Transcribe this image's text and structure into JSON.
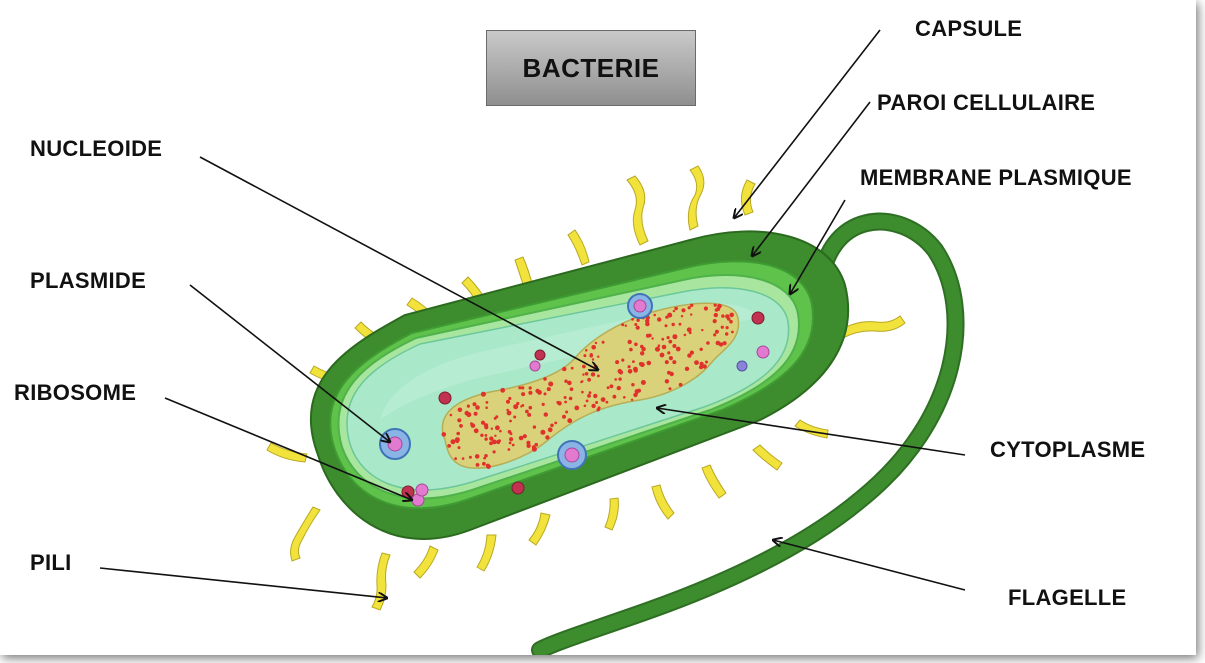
{
  "title": "BACTERIE",
  "labels": {
    "capsule": "CAPSULE",
    "paroi": "PAROI CELLULAIRE",
    "membrane": "MEMBRANE PLASMIQUE",
    "nucleoide": "NUCLEOIDE",
    "plasmide": "PLASMIDE",
    "ribosome": "RIBOSOME",
    "cytoplasme": "CYTOPLASME",
    "pili": "PILI",
    "flagelle": "FLAGELLE"
  },
  "colors": {
    "capsule": "#3d8c2e",
    "wall": "#5fc24a",
    "membrane": "#a8e6a0",
    "cytoplasm": "#a9e8c8",
    "nucleoid_fill": "#d9d27a",
    "nucleoid_dots": "#e0322c",
    "pili": "#f2e23c",
    "ribosome_red": "#c0324f",
    "ribosome_pink": "#e27bd0",
    "plasmid_blue": "#8ab4e6"
  }
}
